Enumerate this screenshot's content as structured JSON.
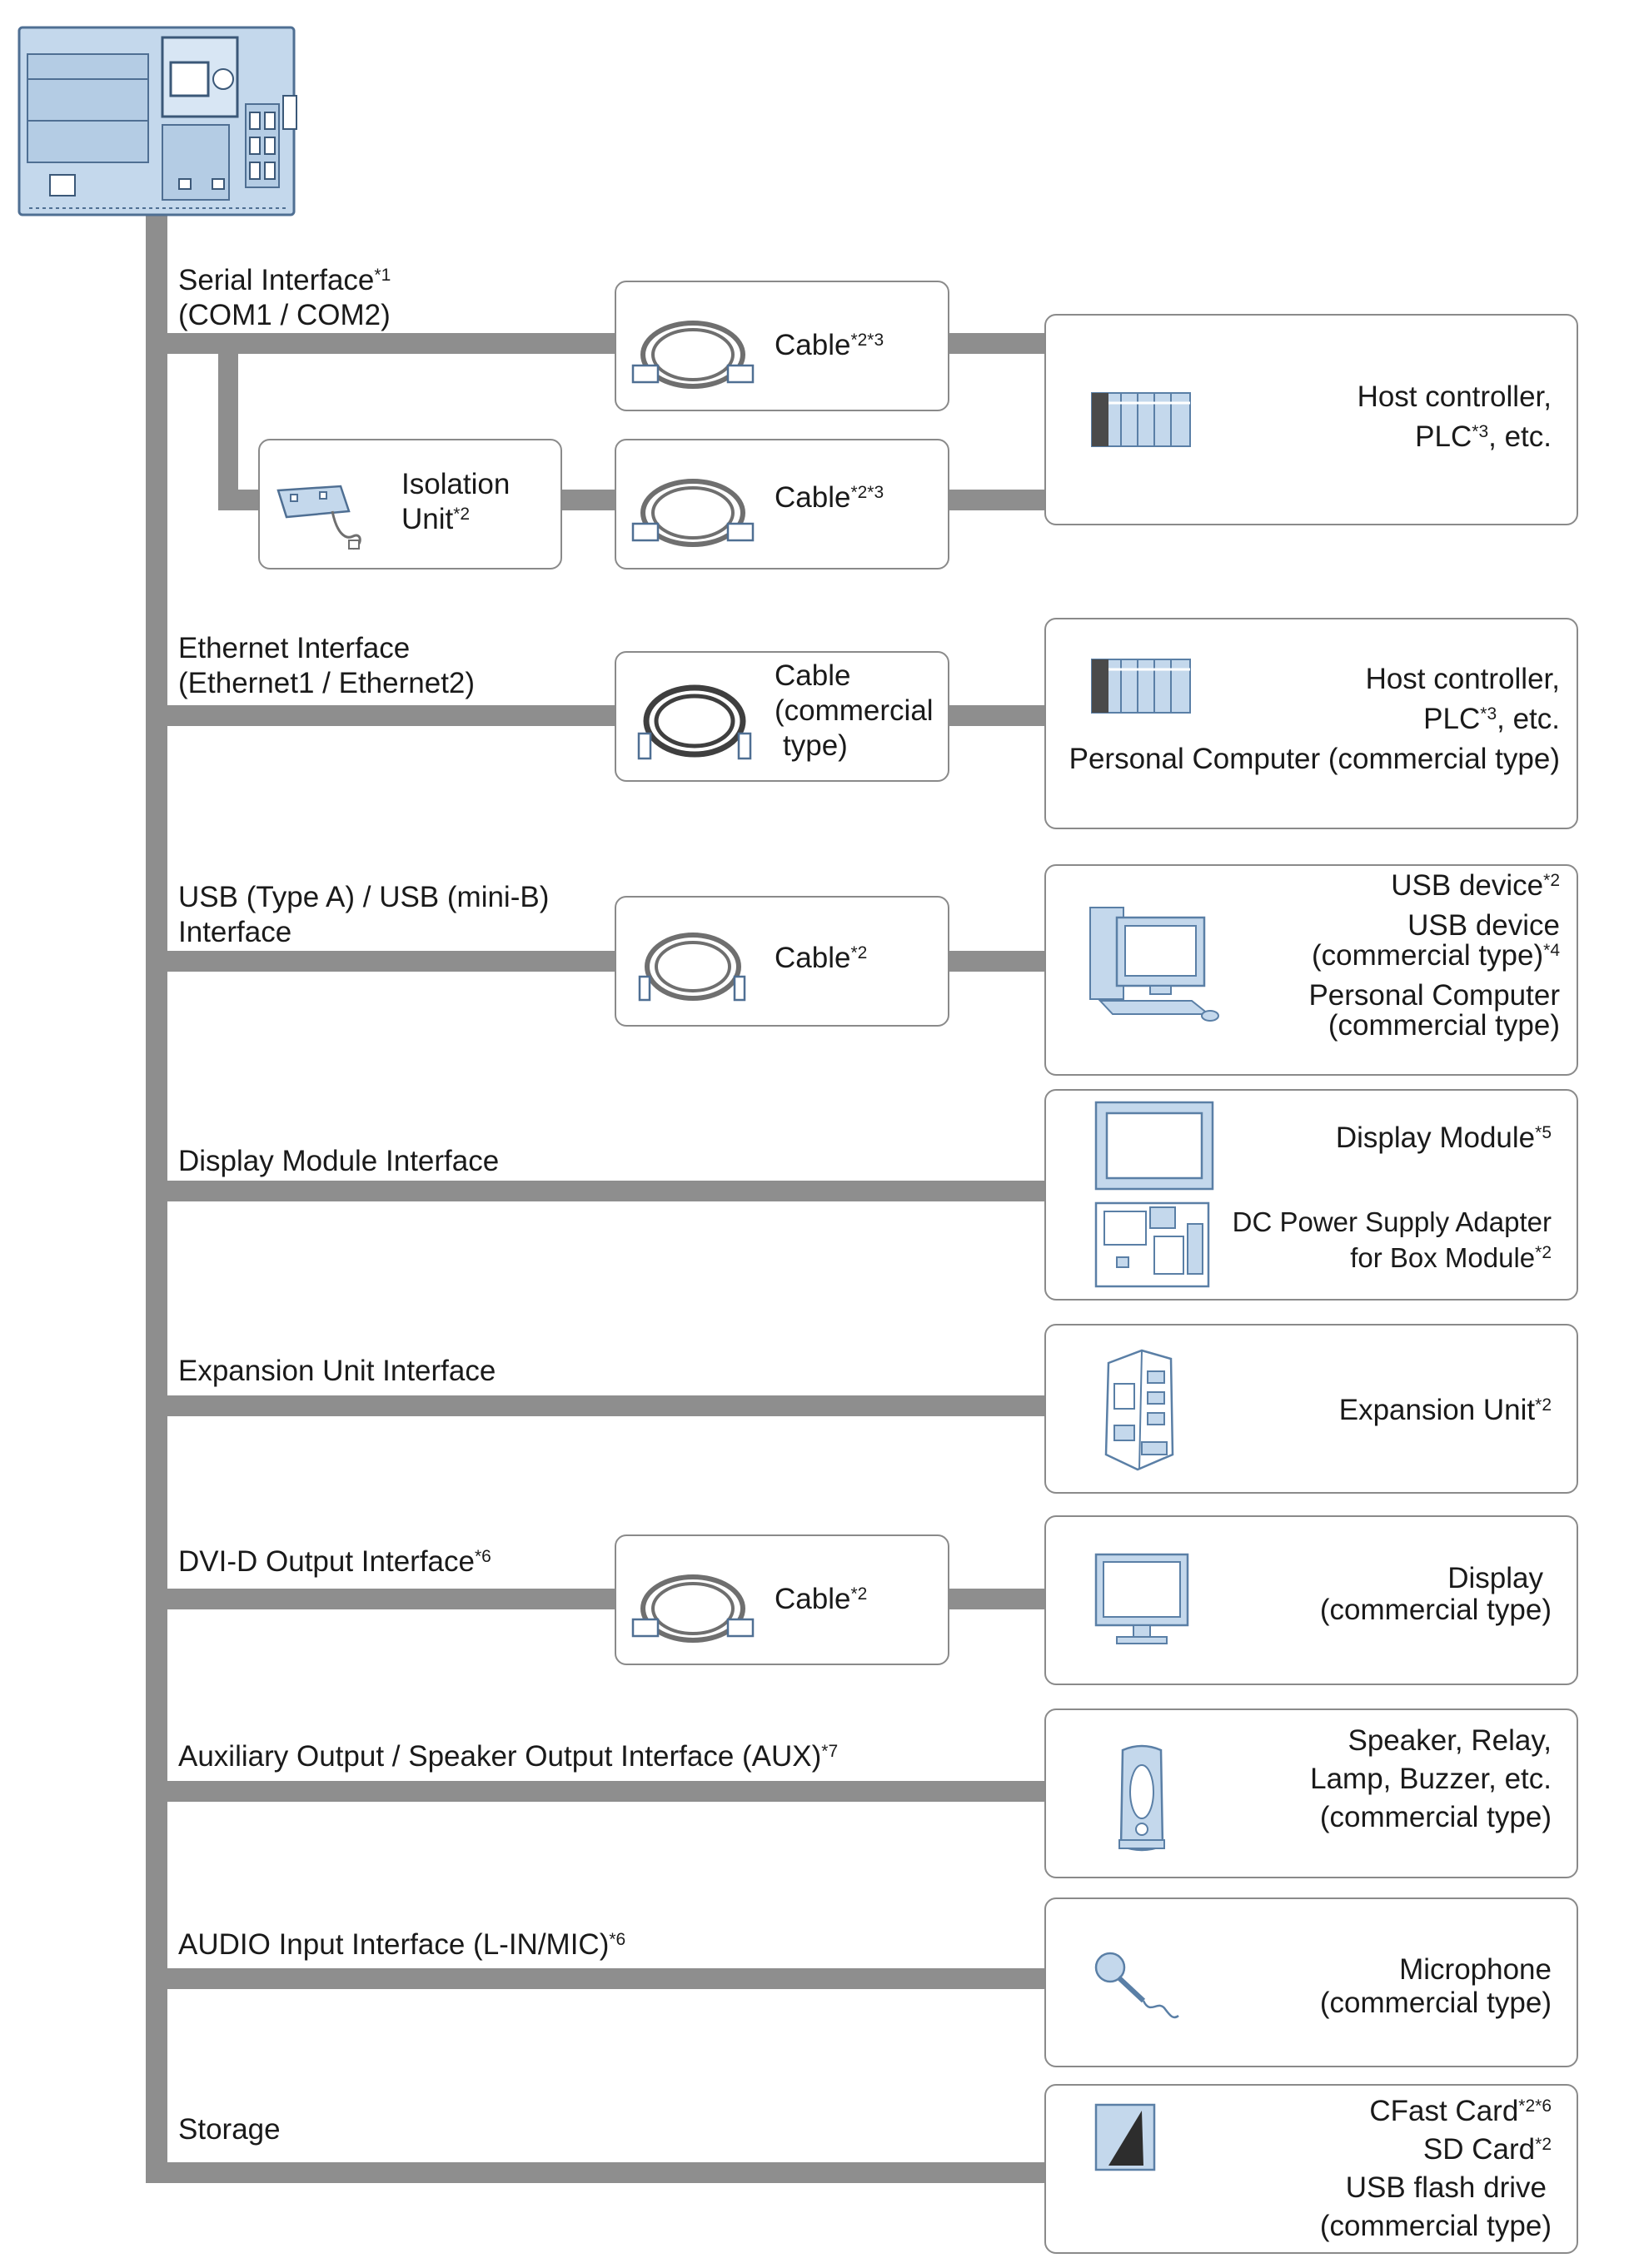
{
  "interfaces": {
    "serial": {
      "line1": "Serial Interface",
      "sup1": "*1",
      "line2": "(COM1 / COM2)"
    },
    "ethernet": {
      "line1": "Ethernet Interface",
      "line2": "(Ethernet1 / Ethernet2)"
    },
    "usb": {
      "line1": "USB (Type A) / USB (mini-B)",
      "line2": "Interface"
    },
    "display_module": {
      "line1": "Display Module Interface"
    },
    "expansion": {
      "line1": "Expansion Unit Interface"
    },
    "dvi": {
      "line1": "DVI-D Output Interface",
      "sup1": "*6"
    },
    "aux": {
      "line1": "Auxiliary Output / Speaker Output Interface (AUX)",
      "sup1": "*7"
    },
    "audio": {
      "line1": "AUDIO Input Interface (L-IN/MIC)",
      "sup1": "*6"
    },
    "storage": {
      "line1": "Storage"
    }
  },
  "isolation_unit": {
    "line1": "Isolation",
    "line2": "Unit",
    "sup": "*2"
  },
  "cables": {
    "serial1": {
      "text": "Cable",
      "sup": "*2*3"
    },
    "serial2": {
      "text": "Cable",
      "sup": "*2*3"
    },
    "ethernet": {
      "line1": "Cable",
      "line2": "(commercial",
      "line3": "type)"
    },
    "usb": {
      "text": "Cable",
      "sup": "*2"
    },
    "dvi": {
      "text": "Cable",
      "sup": "*2"
    }
  },
  "devices": {
    "serial_host": {
      "line1": "Host controller,",
      "line2a": "PLC",
      "line2sup": "*3",
      "line2b": ", etc."
    },
    "ethernet_host": {
      "line1": "Host controller,",
      "line2a": "PLC",
      "line2sup": "*3",
      "line2b": ", etc.",
      "line3": "Personal Computer (commercial type)"
    },
    "usb_devices": {
      "line1": "USB device",
      "line1sup": "*2",
      "line2": "USB device",
      "line3": "(commercial type)",
      "line3sup": "*4",
      "line4": "Personal Computer",
      "line5": "(commercial type)"
    },
    "display_module": {
      "line1": "Display Module",
      "line1sup": "*5",
      "line2": "DC Power Supply Adapter",
      "line3": "for Box Module",
      "line3sup": "*2"
    },
    "expansion_unit": {
      "line1": "Expansion Unit",
      "line1sup": "*2"
    },
    "display": {
      "line1": "Display",
      "line2": "(commercial type)"
    },
    "speaker": {
      "line1": "Speaker, Relay,",
      "line2": "Lamp, Buzzer, etc.",
      "line3": "(commercial type)"
    },
    "microphone": {
      "line1": "Microphone",
      "line2": "(commercial type)"
    },
    "storage": {
      "line1": "CFast  Card",
      "line1sup": "*2*6",
      "line2": "SD Card",
      "line2sup": "*2",
      "line3": "USB flash drive",
      "line4": "(commercial type)"
    }
  },
  "colors": {
    "wire": "#8e8e8e",
    "device_fill": "#bcd2e8",
    "device_stroke": "#5a7fa6",
    "cable": "#6f6f6f"
  }
}
